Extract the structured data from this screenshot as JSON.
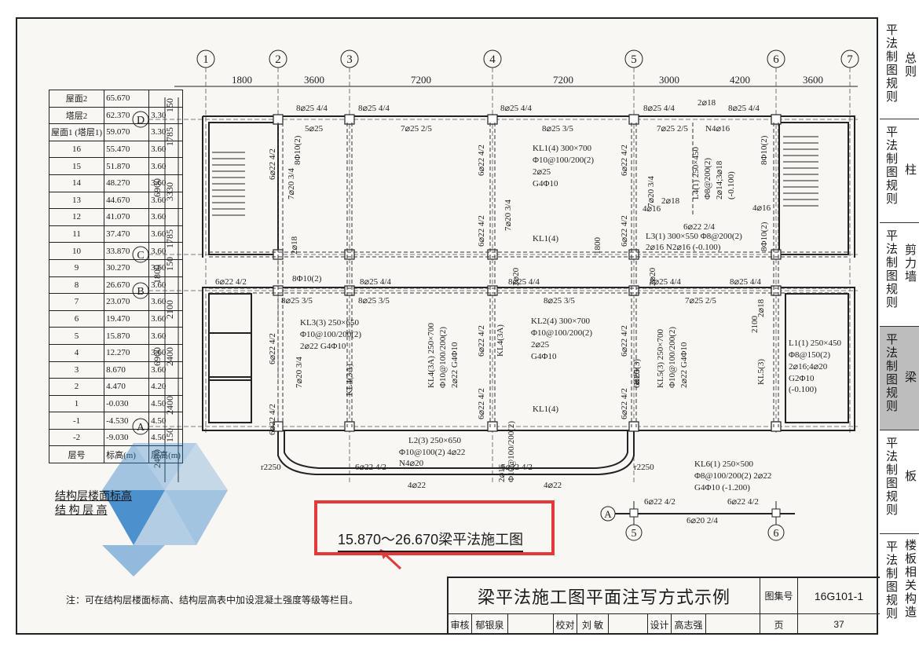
{
  "grid": {
    "axes_numbers": [
      "1",
      "2",
      "3",
      "4",
      "5",
      "6",
      "7"
    ],
    "axes_letters": [
      "D",
      "C",
      "B",
      "A"
    ],
    "spans_top": [
      "1800",
      "3600",
      "7200",
      "7200",
      "3000",
      "4200",
      "3600"
    ],
    "dims_left": [
      "150",
      "1785",
      "3330",
      "1785",
      "150",
      "1800",
      "2100",
      "2400",
      "2400",
      "150"
    ],
    "dims_outer": [
      "6900",
      "6900",
      "2400"
    ]
  },
  "floor_table": {
    "rows": [
      [
        "屋面2",
        "65.670",
        ""
      ],
      [
        "塔层2",
        "62.370",
        "3.30"
      ],
      [
        "屋面1\n(塔层1)",
        "59.070",
        "3.30"
      ],
      [
        "16",
        "55.470",
        "3.60"
      ],
      [
        "15",
        "51.870",
        "3.60"
      ],
      [
        "14",
        "48.270",
        "3.60"
      ],
      [
        "13",
        "44.670",
        "3.60"
      ],
      [
        "12",
        "41.070",
        "3.60"
      ],
      [
        "11",
        "37.470",
        "3.60"
      ],
      [
        "10",
        "33.870",
        "3.60"
      ],
      [
        "9",
        "30.270",
        "3.60"
      ],
      [
        "8",
        "26.670",
        "3.60"
      ],
      [
        "7",
        "23.070",
        "3.60"
      ],
      [
        "6",
        "19.470",
        "3.60"
      ],
      [
        "5",
        "15.870",
        "3.60"
      ],
      [
        "4",
        "12.270",
        "3.60"
      ],
      [
        "3",
        "8.670",
        "3.60"
      ],
      [
        "2",
        "4.470",
        "4.20"
      ],
      [
        "1",
        "-0.030",
        "4.50"
      ],
      [
        "-1",
        "-4.530",
        "4.50"
      ],
      [
        "-2",
        "-9.030",
        "4.50"
      ]
    ],
    "footer": [
      "层号",
      "标高(m)",
      "层高(m)"
    ]
  },
  "legend": {
    "line1": "结构层楼面标高",
    "line2": "结 构 层 高"
  },
  "annotations": {
    "top_8_25_44": "8⌀25 4/4",
    "kl1": "KL1(4) 300×700",
    "kl1_a": "Φ10@100/200(2)",
    "kl1_b": "2⌀25",
    "kl1_c": "G4Φ10",
    "kl1_short": "KL1(4)",
    "kl2": "KL2(4) 300×700",
    "kl2_a": "Φ10@100/200(2)",
    "kl2_b": "2⌀25",
    "kl2_c": "G4Φ10",
    "l3": "L3(1) 300×550 Φ8@200(2)",
    "l3_b": "2⌀16 N2⌀16 (-0.100)",
    "l1": "L1(1) 250×450",
    "l1_a": "Φ8@150(2)",
    "l1_b": "2⌀16;4⌀20",
    "l1_c": "G2Φ10",
    "l1_d": "(-0.100)",
    "l2": "L2(3) 250×650",
    "l2_a": "Φ10@100(2) 4⌀22",
    "l2_b": "N4⌀20",
    "kl6": "KL6(1) 250×500",
    "kl6_a": "Φ8@100/200(2) 2⌀22",
    "kl6_b": "G4Φ10 (-1.200)",
    "kl6_c": "6⌀22 4/2",
    "kl6_d": "6⌀20 2/4",
    "r2250": "r2250",
    "bottom_4_22": "4⌀22",
    "s_6_22_42": "6⌀22 4/2",
    "s_7_25_25": "7⌀25 2/5",
    "s_8_25_35": "8⌀25 3/5",
    "s_8_10": "8Φ10(2)",
    "s_5_25": "5⌀25",
    "s_n4_16": "N4⌀16",
    "s_2_18": "2⌀18",
    "s_6_22_24": "6⌀22 2/4",
    "s_7_20_34": "7⌀20 3/4",
    "s_4_16": "4⌀16",
    "s_l4": "L4(1) 250×450",
    "s_l4_a": "Φ8@200(2)",
    "s_l4_b": "2⌀14;3⌀18",
    "s_l4_c": "(-0.100)",
    "kl3": "KL3(3) 250×650",
    "kl3_a": "Φ10@100/200(2)",
    "kl3_b": "2⌀22 G4Φ10",
    "kl4": "KL4(3A)",
    "kl4_full": "KL4(3A) 250×700",
    "kl4_a": "Φ10@100/200(2)",
    "kl4_b": "2⌀22 G4Φ10",
    "kl5": "KL5(3)",
    "kl5_full": "KL5(3) 250×700",
    "kl5_a": "Φ10@100/200(2)",
    "kl5_b": "2⌀22 G4Φ10",
    "d1800": "1800",
    "d2100": "2100",
    "s_2_16": "2⌀16",
    "s_6_20": "6⌀20",
    "s_2_20": "2⌀20"
  },
  "drawing_title": "15.870～26.670梁平法施工图",
  "note": "注：可在结构层楼面标高、结构层高表中加设混凝土强度等级等栏目。",
  "title_block": {
    "title": "梁平法施工图平面注写方式示例",
    "atlas_label": "图集号",
    "atlas_no": "16G101-1",
    "review_label": "审核",
    "reviewer": "郁银泉",
    "check_label": "校对",
    "checker": "刘 敏",
    "design_label": "设计",
    "designer": "高志强",
    "page_label": "页",
    "page_no": "37"
  },
  "side_tabs": [
    {
      "v": "平法制图规则",
      "s": "总则"
    },
    {
      "v": "平法制图规则",
      "s": "柱"
    },
    {
      "v": "平法制图规则",
      "s": "剪力墙"
    },
    {
      "v": "平法制图规则",
      "s": "梁"
    },
    {
      "v": "平法制图规则",
      "s": "板"
    },
    {
      "v": "平法制图规则",
      "s": "楼板相关构造"
    }
  ]
}
